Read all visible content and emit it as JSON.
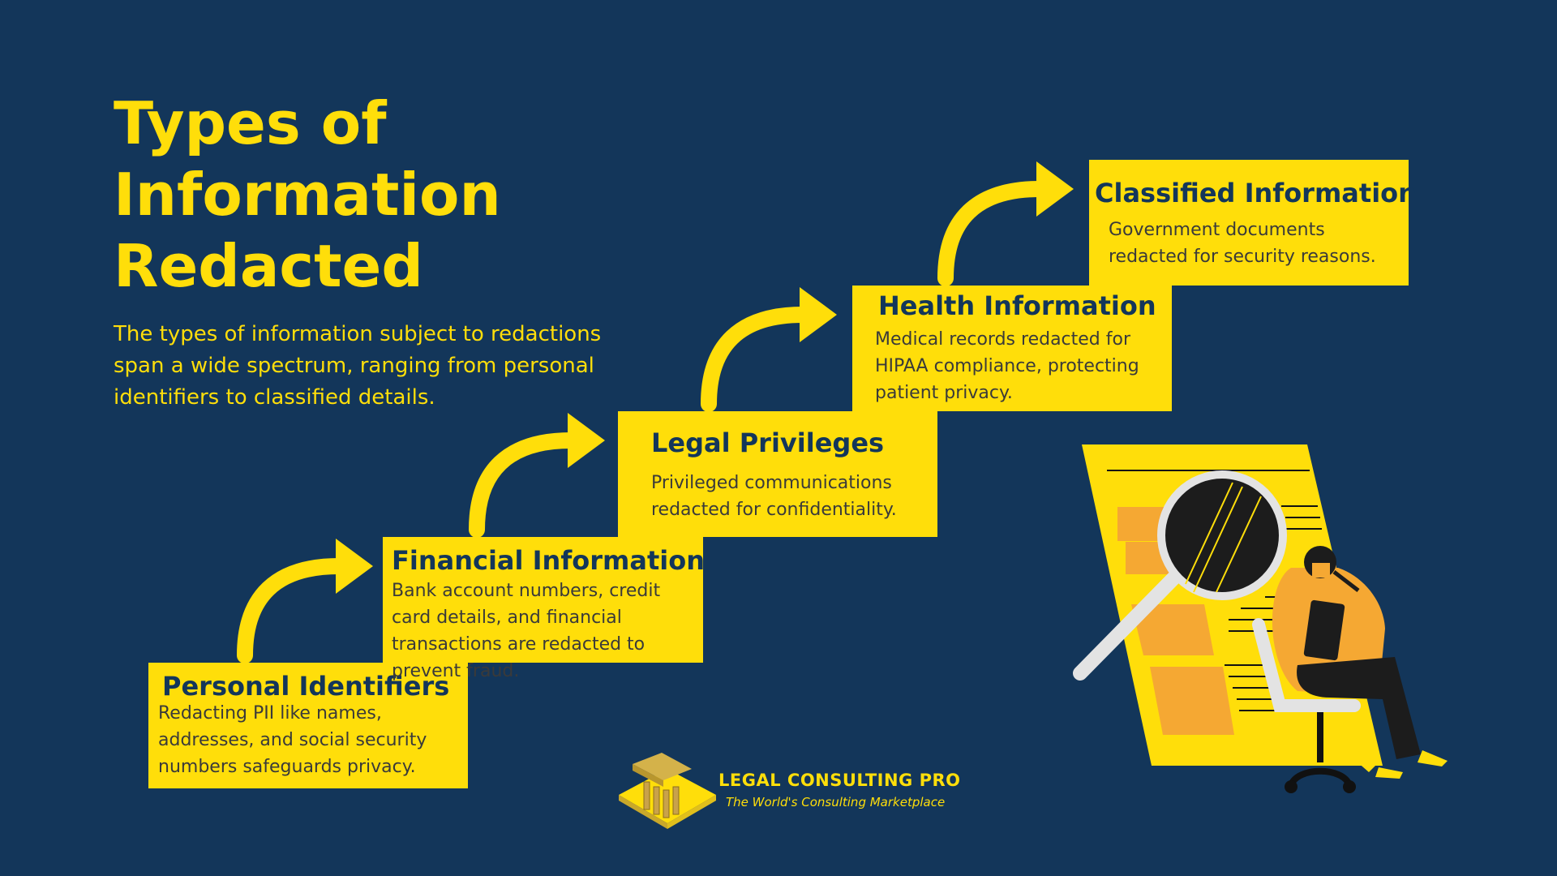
{
  "page": {
    "title_lines": [
      "Types of",
      "Information",
      "Redacted"
    ],
    "intro": "The types of information subject to redactions span a wide spectrum, ranging from personal identifiers to classified details."
  },
  "steps": [
    {
      "title": "Personal Identifiers",
      "description": "Redacting PII like names, addresses, and social security numbers safeguards privacy."
    },
    {
      "title": "Financial Information",
      "description": "Bank account numbers, credit card details, and financial transactions are redacted to prevent fraud."
    },
    {
      "title": "Legal Privileges",
      "description": "Privileged communications redacted for confidentiality."
    },
    {
      "title": "Health Information",
      "description": "Medical records redacted for HIPAA compliance, protecting patient privacy."
    },
    {
      "title": "Classified Information",
      "description": "Government documents redacted for security reasons."
    }
  ],
  "logo": {
    "name": "LEGAL CONSULTING PRO",
    "tagline": "The World's Consulting Marketplace"
  },
  "colors": {
    "background": "#13365a",
    "accent": "#ffde0a",
    "text_dark": "#13365a",
    "orange": "#f5a833"
  },
  "icons": {
    "step_connector": "curved-arrow-icon",
    "illustration": "document-review-illustration",
    "logo_mark": "courthouse-icon"
  }
}
